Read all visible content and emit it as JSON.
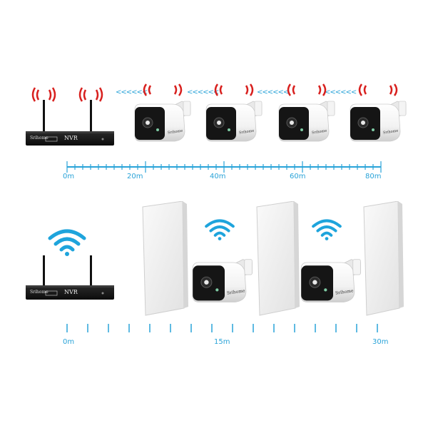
{
  "nvr_label": "NVR",
  "brand_nvr": "Srihome",
  "brand_camera": "Srihome",
  "top_scale": {
    "labels": [
      "0m",
      "20m",
      "40m",
      "60m",
      "80m"
    ],
    "chevrons": [
      "<<<<<<",
      "<<<<<<",
      "<<<<<<",
      "<<<<<<"
    ]
  },
  "bottom_scale": {
    "labels": [
      "0m",
      "15m",
      "30m"
    ]
  },
  "colors": {
    "signal_red": "#d8201e",
    "wifi_blue": "#1ea4dc",
    "scale_blue": "#29a3d8"
  },
  "icons": [
    "red-signal-icon",
    "wifi-icon",
    "nvr-device",
    "bullet-camera",
    "wall-panel"
  ]
}
